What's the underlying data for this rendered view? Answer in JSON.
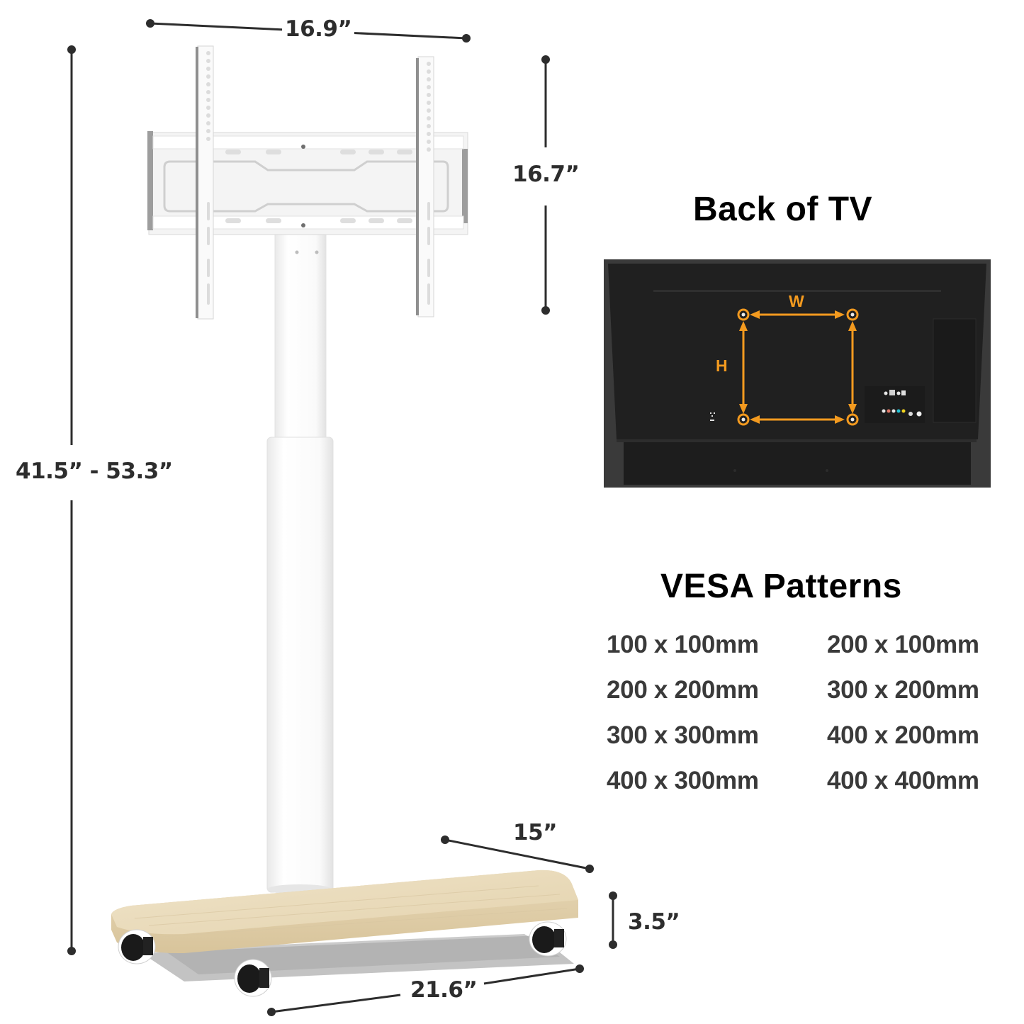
{
  "dimensions": {
    "mount_width": "16.9”",
    "mount_height": "16.7”",
    "overall_height": "41.5” - 53.3”",
    "base_depth": "15”",
    "base_thickness": "3.5”",
    "base_width": "21.6”"
  },
  "back_of_tv": {
    "title": "Back of TV",
    "width_label": "W",
    "height_label": "H",
    "accent_color": "#f39a1f",
    "panel_color": "#1f1f1f"
  },
  "vesa": {
    "title": "VESA Patterns",
    "patterns": [
      "100 x 100mm",
      "200 x 100mm",
      "200 x 200mm",
      "300 x 200mm",
      "300 x 300mm",
      "400 x 200mm",
      "400 x 300mm",
      "400 x 400mm"
    ]
  },
  "colors": {
    "dimension_line": "#2d2d2d",
    "stand_white": "#f7f7f7",
    "wood_base": "#e8d9b8"
  }
}
